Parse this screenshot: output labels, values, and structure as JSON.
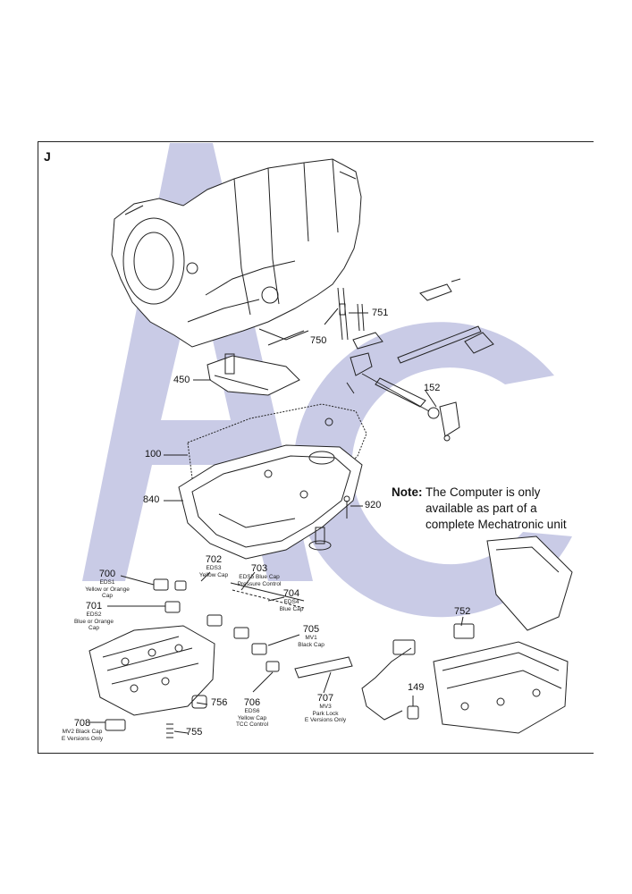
{
  "section_letter": "J",
  "note": {
    "label": "Note:",
    "lines": [
      "The Computer is only",
      "available as part of a",
      "complete Mechatronic unit"
    ]
  },
  "watermark": {
    "color": "#c9cbe6"
  },
  "callouts": {
    "p751": "751",
    "p750": "750",
    "p450": "450",
    "p152": "152",
    "p100": "100",
    "p840": "840",
    "p920": "920",
    "p700": {
      "num": "700",
      "desc": [
        "EDS1",
        "Yellow or Orange",
        "Cap"
      ]
    },
    "p701": {
      "num": "701",
      "desc": [
        "EDS2",
        "Blue or Orange",
        "Cap"
      ]
    },
    "p702": {
      "num": "702",
      "desc": [
        "EDS3",
        "Yellow Cap"
      ]
    },
    "p703": {
      "num": "703",
      "desc": [
        "EDS5 Blue Cap",
        "Pressure Control"
      ]
    },
    "p704": {
      "num": "704",
      "desc": [
        "EDS4",
        "Blue Cap"
      ]
    },
    "p705": {
      "num": "705",
      "desc": [
        "MV1",
        "Black Cap"
      ]
    },
    "p706": {
      "num": "706",
      "desc": [
        "EDS6",
        "Yellow Cap",
        "TCC Control"
      ]
    },
    "p707": {
      "num": "707",
      "desc": [
        "MV3",
        "Park Lock",
        "E Versions Only"
      ]
    },
    "p708": {
      "num": "708",
      "desc": [
        "MV2 Black Cap",
        "E Versions Only"
      ]
    },
    "p752": "752",
    "p756": "756",
    "p755": "755",
    "p149": "149"
  }
}
